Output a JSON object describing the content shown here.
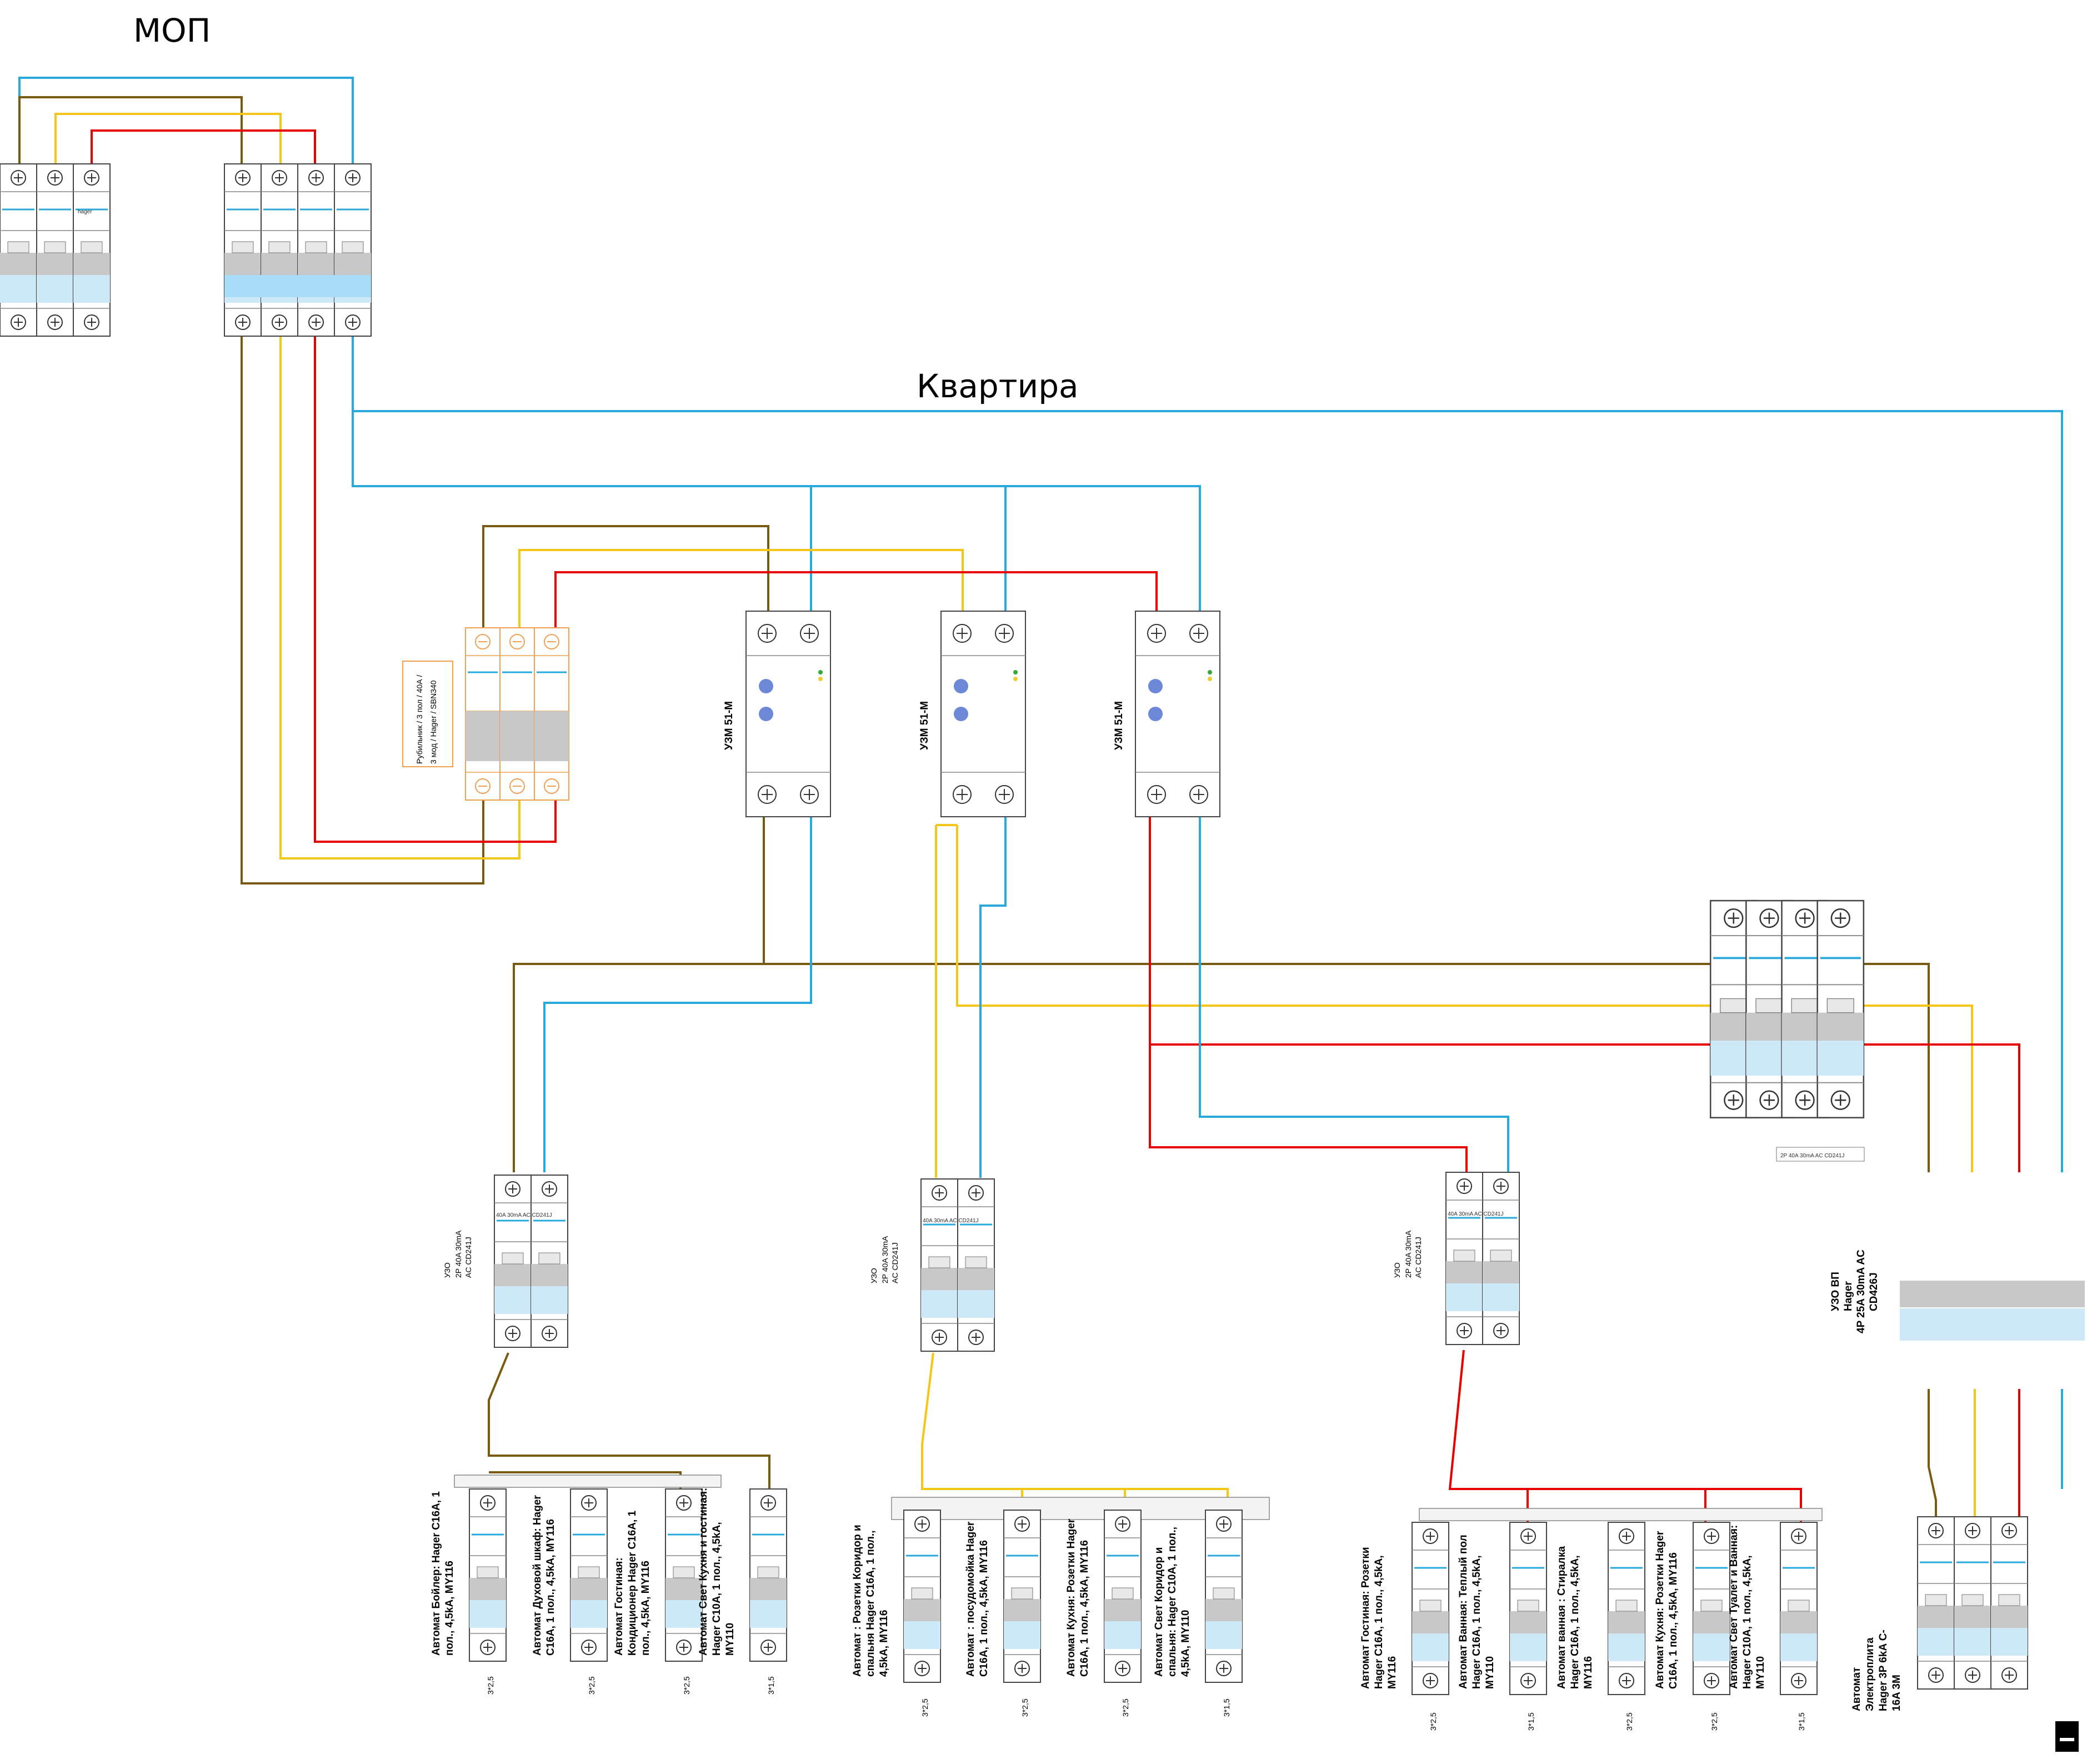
{
  "zones": {
    "mop": "МОП",
    "flat": "Квартира"
  },
  "brand": "hager",
  "colors": {
    "brown": "#7a5a10",
    "yellow": "#f5c518",
    "red": "#e60000",
    "blue": "#29a8dc",
    "orange": "#f0a050",
    "module_blue": "#cde9f8",
    "module_grey": "#c8c8c8"
  },
  "devices": {
    "switch_main": {
      "label_l1": "Рубильник / 3 пол / 40А /",
      "label_l2": "3 мод / Hager / SBN340"
    },
    "uzm_1": {
      "label": "УЗМ 51-М"
    },
    "uzm_2": {
      "label": "УЗМ 51-М"
    },
    "uzm_3": {
      "label": "УЗМ 51-М"
    },
    "rcd_1": {
      "label_l1": "УЗО",
      "label_l2": "2P 40A 30mA",
      "label_l3": "AC CD241J",
      "face": "40A 30mA AC CD241J"
    },
    "rcd_2": {
      "label_l1": "УЗО",
      "label_l2": "2P 40A 30mA",
      "label_l3": "AC CD241J",
      "face": "40A 30mA AC CD241J"
    },
    "rcd_3": {
      "label_l1": "УЗО",
      "label_l2": "2P 40A 30mA",
      "label_l3": "AC CD241J",
      "face": "40A 30mA AC CD241J"
    },
    "rcd_4p": {
      "label_l1": "УЗО ВП",
      "label_l2": "Hager",
      "label_l3": "4P 25A 30mA AC",
      "label_l4": "CD426J"
    },
    "rcd_note": "2P 40A 30mA AC CD241J",
    "stove": {
      "label_l1": "Автомат",
      "label_l2": "Электроплита",
      "label_l3": "Hager 3P 6kA C-",
      "label_l4": "16A 3M"
    }
  },
  "breakers": {
    "g1": [
      {
        "l1": "Автомат Бойлер: Hager C16A, 1",
        "l2": "пол., 4,5kA, MY116",
        "cable": "3*2,5"
      },
      {
        "l1": "Автомат Духовой шкаф: Hager",
        "l2": "C16A, 1 пол., 4,5kA, MY116",
        "cable": "3*2,5"
      },
      {
        "l1": "Автомат Гостиная:",
        "l2": "Кондиционер Hager C16A, 1",
        "l3": "пол., 4,5kA, MY116",
        "cable": "3*2,5"
      },
      {
        "l1": "Автомат Свет Кухня и гостиная:",
        "l2": "Hager C10A, 1 пол., 4,5kA,",
        "l3": "MY110",
        "cable": "3*1,5"
      }
    ],
    "g2": [
      {
        "l1": "Автомат : Розетки Коридор и",
        "l2": "спальня Hager C16A, 1 пол.,",
        "l3": "4,5kA, MY116",
        "cable": "3*2,5"
      },
      {
        "l1": "Автомат : посудомойка Hager",
        "l2": "C16A, 1 пол., 4,5kA, MY116",
        "cable": "3*2,5"
      },
      {
        "l1": "Автомат Кухня: Розетки Hager",
        "l2": "C16A, 1 пол., 4,5kA, MY116",
        "cable": "3*2,5"
      },
      {
        "l1": "Автомат Свет Коридор и",
        "l2": "спальня: Hager C10A, 1 пол.,",
        "l3": "4,5kA, MY110",
        "cable": "3*1,5"
      }
    ],
    "g3": [
      {
        "l1": "Автомат Гостиная: Розетки",
        "l2": "Hager C16A, 1 пол., 4,5kA,",
        "l3": "MY116",
        "cable": "3*2,5"
      },
      {
        "l1": "Автомат Ванная: Теплый пол",
        "l2": "Hager C16A, 1 пол., 4,5kA,",
        "l3": "MY110",
        "cable": "3*1,5"
      },
      {
        "l1": "Автомат ванная : Стиралка",
        "l2": "Hager C16A, 1 пол., 4,5kA,",
        "l3": "MY116",
        "cable": "3*2,5"
      },
      {
        "l1": "Автомат Кухня: Розетки Hager",
        "l2": "C16A, 1 пол., 4,5kA, MY116",
        "cable": "3*2,5"
      },
      {
        "l1": "Автомат Свет Туалет и Ванная:",
        "l2": "Hager C10A, 1 пол., 4,5kA,",
        "l3": "MY110",
        "cable": "3*1,5"
      }
    ]
  }
}
